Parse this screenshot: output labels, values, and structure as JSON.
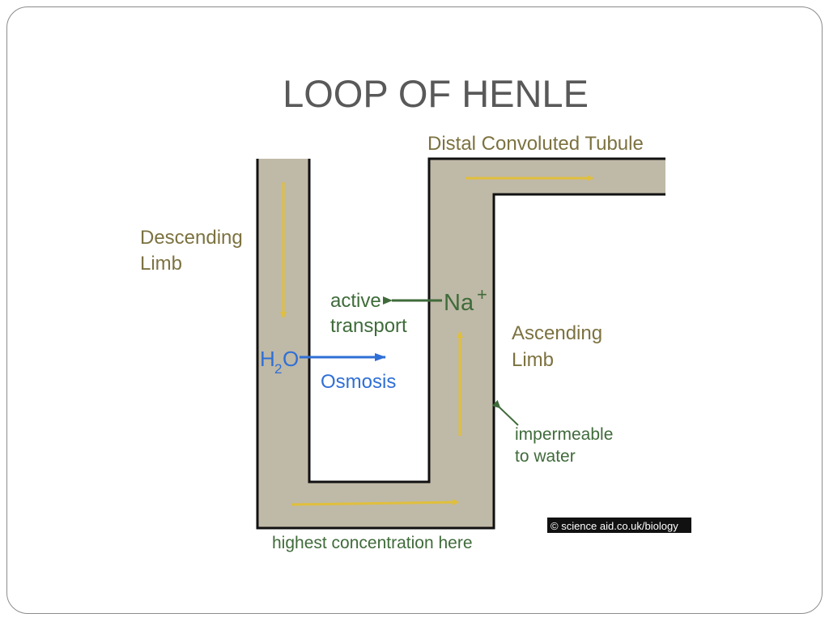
{
  "slide": {
    "title": "LOOP OF HENLE"
  },
  "diagram": {
    "labels": {
      "distal": "Distal Convoluted Tubule",
      "descending_1": "Descending",
      "descending_2": "Limb",
      "ascending_1": "Ascending",
      "ascending_2": "Limb",
      "active_1": "active",
      "active_2": "transport",
      "na": "Na",
      "na_sup": "+",
      "h2o_h": "H",
      "h2o_sub": "2",
      "h2o_o": "O",
      "osmosis": "Osmosis",
      "impermeable_1": "impermeable",
      "impermeable_2": "to water",
      "highest": "highest concentration here",
      "credit": "© science aid.co.uk/biology"
    },
    "colors": {
      "tube": "#bfb9a7",
      "tube_border": "#111111",
      "flow_arrow": "#e0bf3c",
      "label_olive": "#7c7240",
      "active_green": "#3f6b3a",
      "osmosis_blue": "#2f6fd6"
    }
  }
}
